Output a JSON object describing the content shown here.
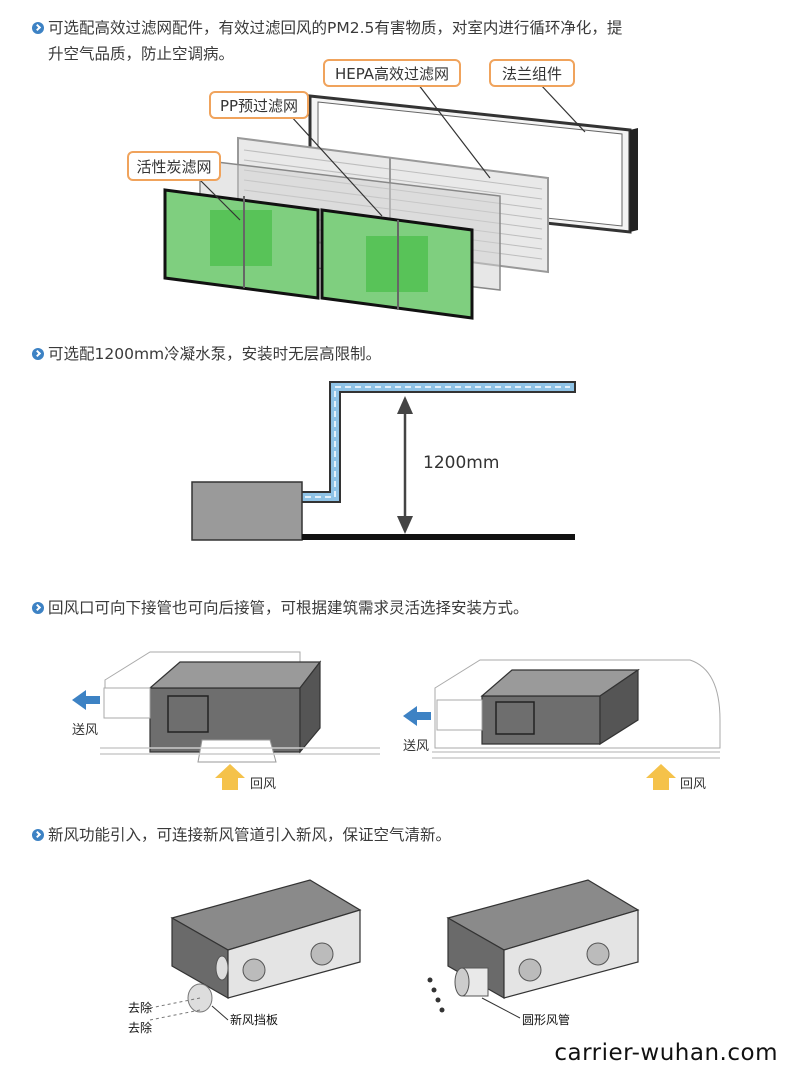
{
  "section1": {
    "text_line1": "可选配高效过滤网配件，有效过滤回风的PM2.5有害物质，对室内进行循环净化，提",
    "text_line2": "升空气品质，防止空调病。",
    "callouts": {
      "hepa": "HEPA高效过滤网",
      "flange": "法兰组件",
      "pp": "PP预过滤网",
      "carbon": "活性炭滤网"
    }
  },
  "section2": {
    "text": "可选配1200mm冷凝水泵，安装时无层高限制。",
    "height_label": "1200mm"
  },
  "section3": {
    "text": "回风口可向下接管也可向后接管，可根据建筑需求灵活选择安装方式。",
    "left": {
      "supply_label": "送风",
      "return_label": "回风"
    },
    "right": {
      "supply_label": "送风",
      "return_label": "回风"
    }
  },
  "section4": {
    "text": "新风功能引入，可连接新风管道引入新风，保证空气清新。",
    "remove_label_1": "去除",
    "remove_label_2": "去除",
    "plate_label": "新风挡板",
    "duct_label": "圆形风管"
  },
  "watermark": "carrier-wuhan.com",
  "colors": {
    "accent": "#3d82c4",
    "callout_border": "#f0a35c",
    "filter_green": "#7fcf7f",
    "pipe_blue": "#8fc3e6",
    "arrow_yellow": "#f5c24a",
    "arrow_blue": "#3d82c4"
  }
}
